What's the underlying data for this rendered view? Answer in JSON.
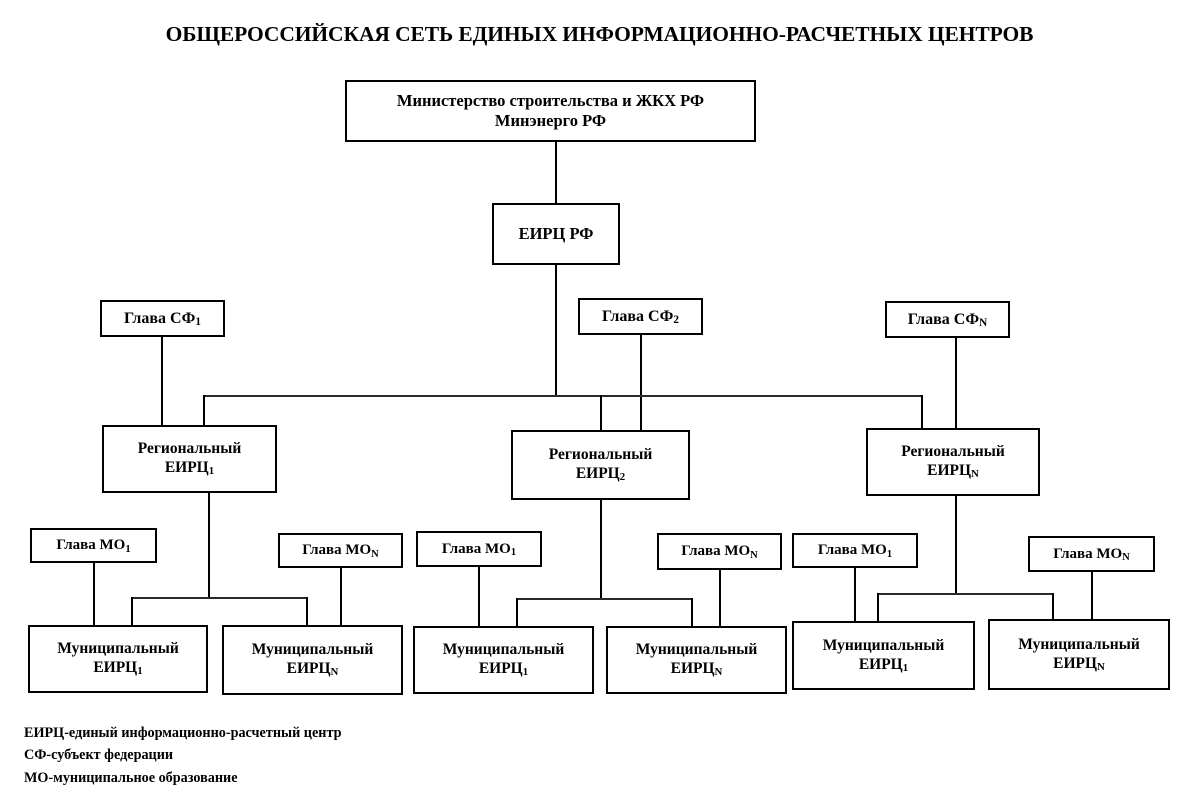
{
  "title": "ОБЩЕРОССИЙСКАЯ СЕТЬ ЕДИНЫХ ИНФОРМАЦИОННО-РАСЧЕТНЫХ ЦЕНТРОВ",
  "nodes": {
    "ministry": {
      "line1": "Министерство строительства и ЖКХ РФ",
      "line2": "Минэнерго РФ"
    },
    "eirc_rf": "ЕИРЦ РФ",
    "sf_heads": [
      {
        "base": "Глава СФ",
        "sub": "1"
      },
      {
        "base": "Глава СФ",
        "sub": "2"
      },
      {
        "base": "Глава СФ",
        "sub": "N"
      }
    ],
    "regional": [
      {
        "line1": "Региональный",
        "base": "ЕИРЦ",
        "sub": "1"
      },
      {
        "line1": "Региональный",
        "base": "ЕИРЦ",
        "sub": "2"
      },
      {
        "line1": "Региональный",
        "base": "ЕИРЦ",
        "sub": "N"
      }
    ],
    "mo_heads": [
      {
        "base": "Глава МО",
        "sub": "1"
      },
      {
        "base": "Глава МО",
        "sub": "N"
      },
      {
        "base": "Глава МО",
        "sub": "1"
      },
      {
        "base": "Глава МО",
        "sub": "N"
      },
      {
        "base": "Глава МО",
        "sub": "1"
      },
      {
        "base": "Глава МО",
        "sub": "N"
      }
    ],
    "municipal": [
      {
        "line1": "Муниципальный",
        "base": "ЕИРЦ",
        "sub": "1"
      },
      {
        "line1": "Муниципальный",
        "base": "ЕИРЦ",
        "sub": "N"
      },
      {
        "line1": "Муниципальный",
        "base": "ЕИРЦ",
        "sub": "1"
      },
      {
        "line1": "Муниципальный",
        "base": "ЕИРЦ",
        "sub": "N"
      },
      {
        "line1": "Муниципальный",
        "base": "ЕИРЦ",
        "sub": "1"
      },
      {
        "line1": "Муниципальный",
        "base": "ЕИРЦ",
        "sub": "N"
      }
    ]
  },
  "legend": [
    "ЕИРЦ-единый информационно-расчетный центр",
    "СФ-субъект федерации",
    "МО-муниципальное образование"
  ],
  "colors": {
    "background": "#ffffff",
    "stroke": "#000000",
    "text": "#000000"
  }
}
